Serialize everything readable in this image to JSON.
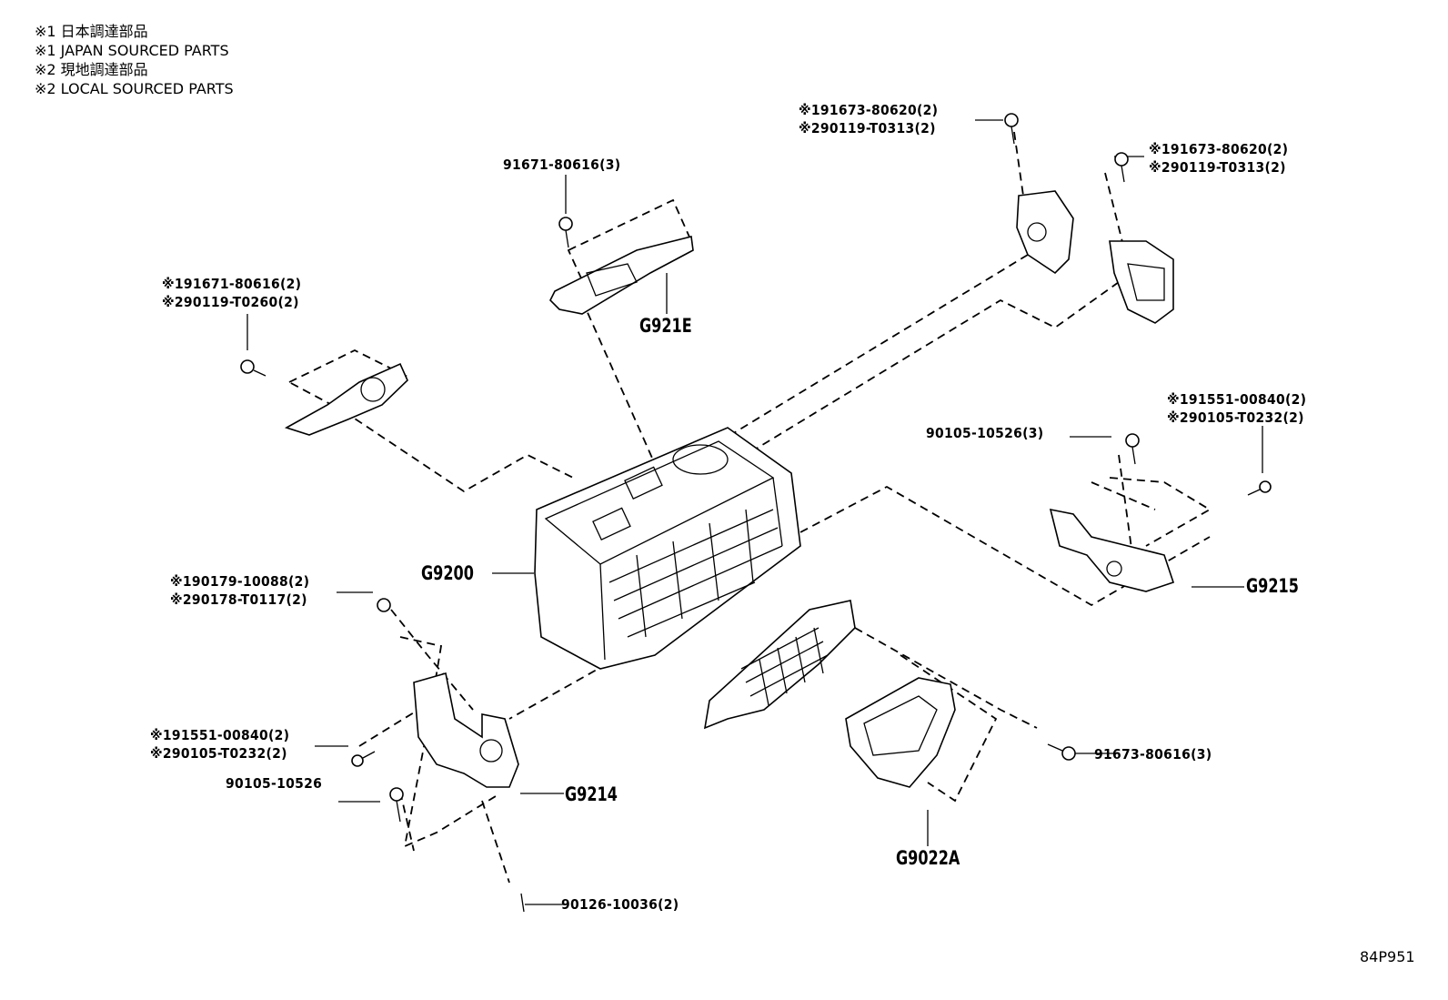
{
  "legend": [
    "※1 日本調達部品",
    "※1 JAPAN SOURCED PARTS",
    "※2 現地調達部品",
    "※2 LOCAL SOURCED PARTS"
  ],
  "groups": {
    "g9200": "G9200",
    "g921e": "G921E",
    "g9215": "G9215",
    "g9214": "G9214",
    "g9022a": "G9022A"
  },
  "parts": {
    "bolt_top_center": "91671-80616(3)",
    "bolt_top_right_a": [
      "※191673-80620(2)",
      "※290119-T0313(2)"
    ],
    "bolt_top_right_b": [
      "※191673-80620(2)",
      "※290119-T0313(2)"
    ],
    "bolt_left": [
      "※191671-80616(2)",
      "※290119-T0260(2)"
    ],
    "bolt_right_mid": [
      "※191551-00840(2)",
      "※290105-T0232(2)"
    ],
    "bolt_right_9010": "90105-10526(3)",
    "nut_left_lower": [
      "※190179-10088(2)",
      "※290178-T0117(2)"
    ],
    "bolt_left_lower": [
      "※191551-00840(2)",
      "※290105-T0232(2)"
    ],
    "bolt_9010_lower": "90105-10526",
    "stud_bottom": "90126-10036(2)",
    "bolt_9167": "91673-80616(3)"
  },
  "illustration_code": "84P951"
}
